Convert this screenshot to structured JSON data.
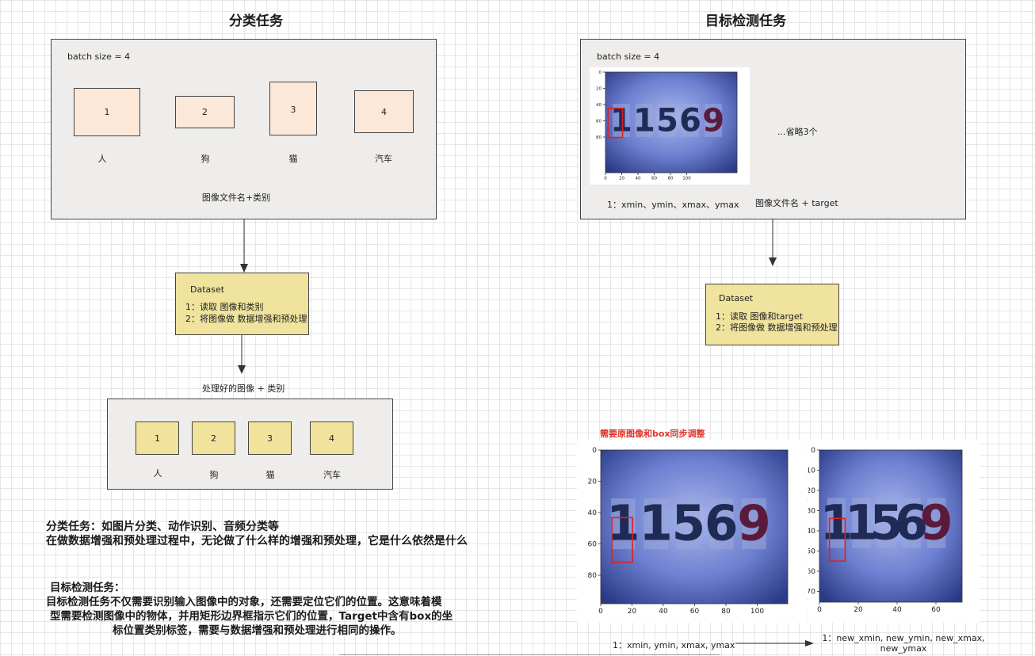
{
  "left": {
    "title": "分类任务",
    "batch_label": "batch size = 4",
    "items": [
      {
        "num": "1",
        "label": "人"
      },
      {
        "num": "2",
        "label": "狗"
      },
      {
        "num": "3",
        "label": "猫"
      },
      {
        "num": "4",
        "label": "汽车"
      }
    ],
    "panel_caption": "图像文件名+类别",
    "dataset": {
      "title": "Dataset",
      "line1": "1：读取 图像和类别",
      "line2": "2：将图像做 数据增强和预处理"
    },
    "processed_label": "处理好的图像 + 类别",
    "processed_items": [
      {
        "num": "1",
        "label": "人"
      },
      {
        "num": "2",
        "label": "狗"
      },
      {
        "num": "3",
        "label": "猫"
      },
      {
        "num": "4",
        "label": "汽车"
      }
    ],
    "desc": {
      "line1": "分类任务：如图片分类、动作识别、音频分类等",
      "line2": "在做数据增强和预处理过程中，无论做了什么样的增强和预处理，它是什么依然是什么"
    }
  },
  "right": {
    "title": "目标检测任务",
    "batch_label": "batch size = 4",
    "omit_label": "...省略3个",
    "box_coords_label": "1：xmin、ymin、xmax、ymax",
    "panel_caption": "图像文件名 + target",
    "dataset": {
      "title": "Dataset",
      "line1": "1：读取 图像和target",
      "line2": "2：将图像做 数据增强和预处理"
    },
    "sync_note": "需要原图像和box同步调整",
    "orig_coords_label": "1：xmin, ymin, xmax, ymax",
    "new_coords_label_1": "1：new_xmin, new_ymin, new_xmax,",
    "new_coords_label_2": "new_ymax",
    "desc": {
      "title": "目标检测任务：",
      "line1": "目标检测任务不仅需要识别输入图像中的对象，还需要定位它们的位置。这意味着模",
      "line2": "型需要检测图像中的物体，并用矩形边界框指示它们的位置，Target中含有box的坐",
      "line3": "标位置类别标签，需要与数据增强和预处理进行相同的操作。"
    }
  },
  "meter_digits": [
    "1",
    "1",
    "5",
    "6",
    "9"
  ],
  "plots": {
    "small": {
      "xticks": [
        "0",
        "20",
        "40",
        "60",
        "80",
        "100"
      ],
      "yticks": [
        "0",
        "20",
        "40",
        "60",
        "80"
      ]
    },
    "large_orig": {
      "xticks": [
        "0",
        "20",
        "40",
        "60",
        "80",
        "100"
      ],
      "yticks": [
        "0",
        "20",
        "40",
        "60",
        "80"
      ]
    },
    "large_new": {
      "xticks": [
        "0",
        "20",
        "40",
        "60"
      ],
      "yticks": [
        "0",
        "10",
        "20",
        "30",
        "40",
        "50",
        "60",
        "70"
      ]
    }
  },
  "colors": {
    "box_fill": "#fbe8d8",
    "yellow_fill": "#f1e39c",
    "panel_fill": "#efedeb",
    "bbox_red": "#e02020",
    "note_red": "#e0352b"
  }
}
